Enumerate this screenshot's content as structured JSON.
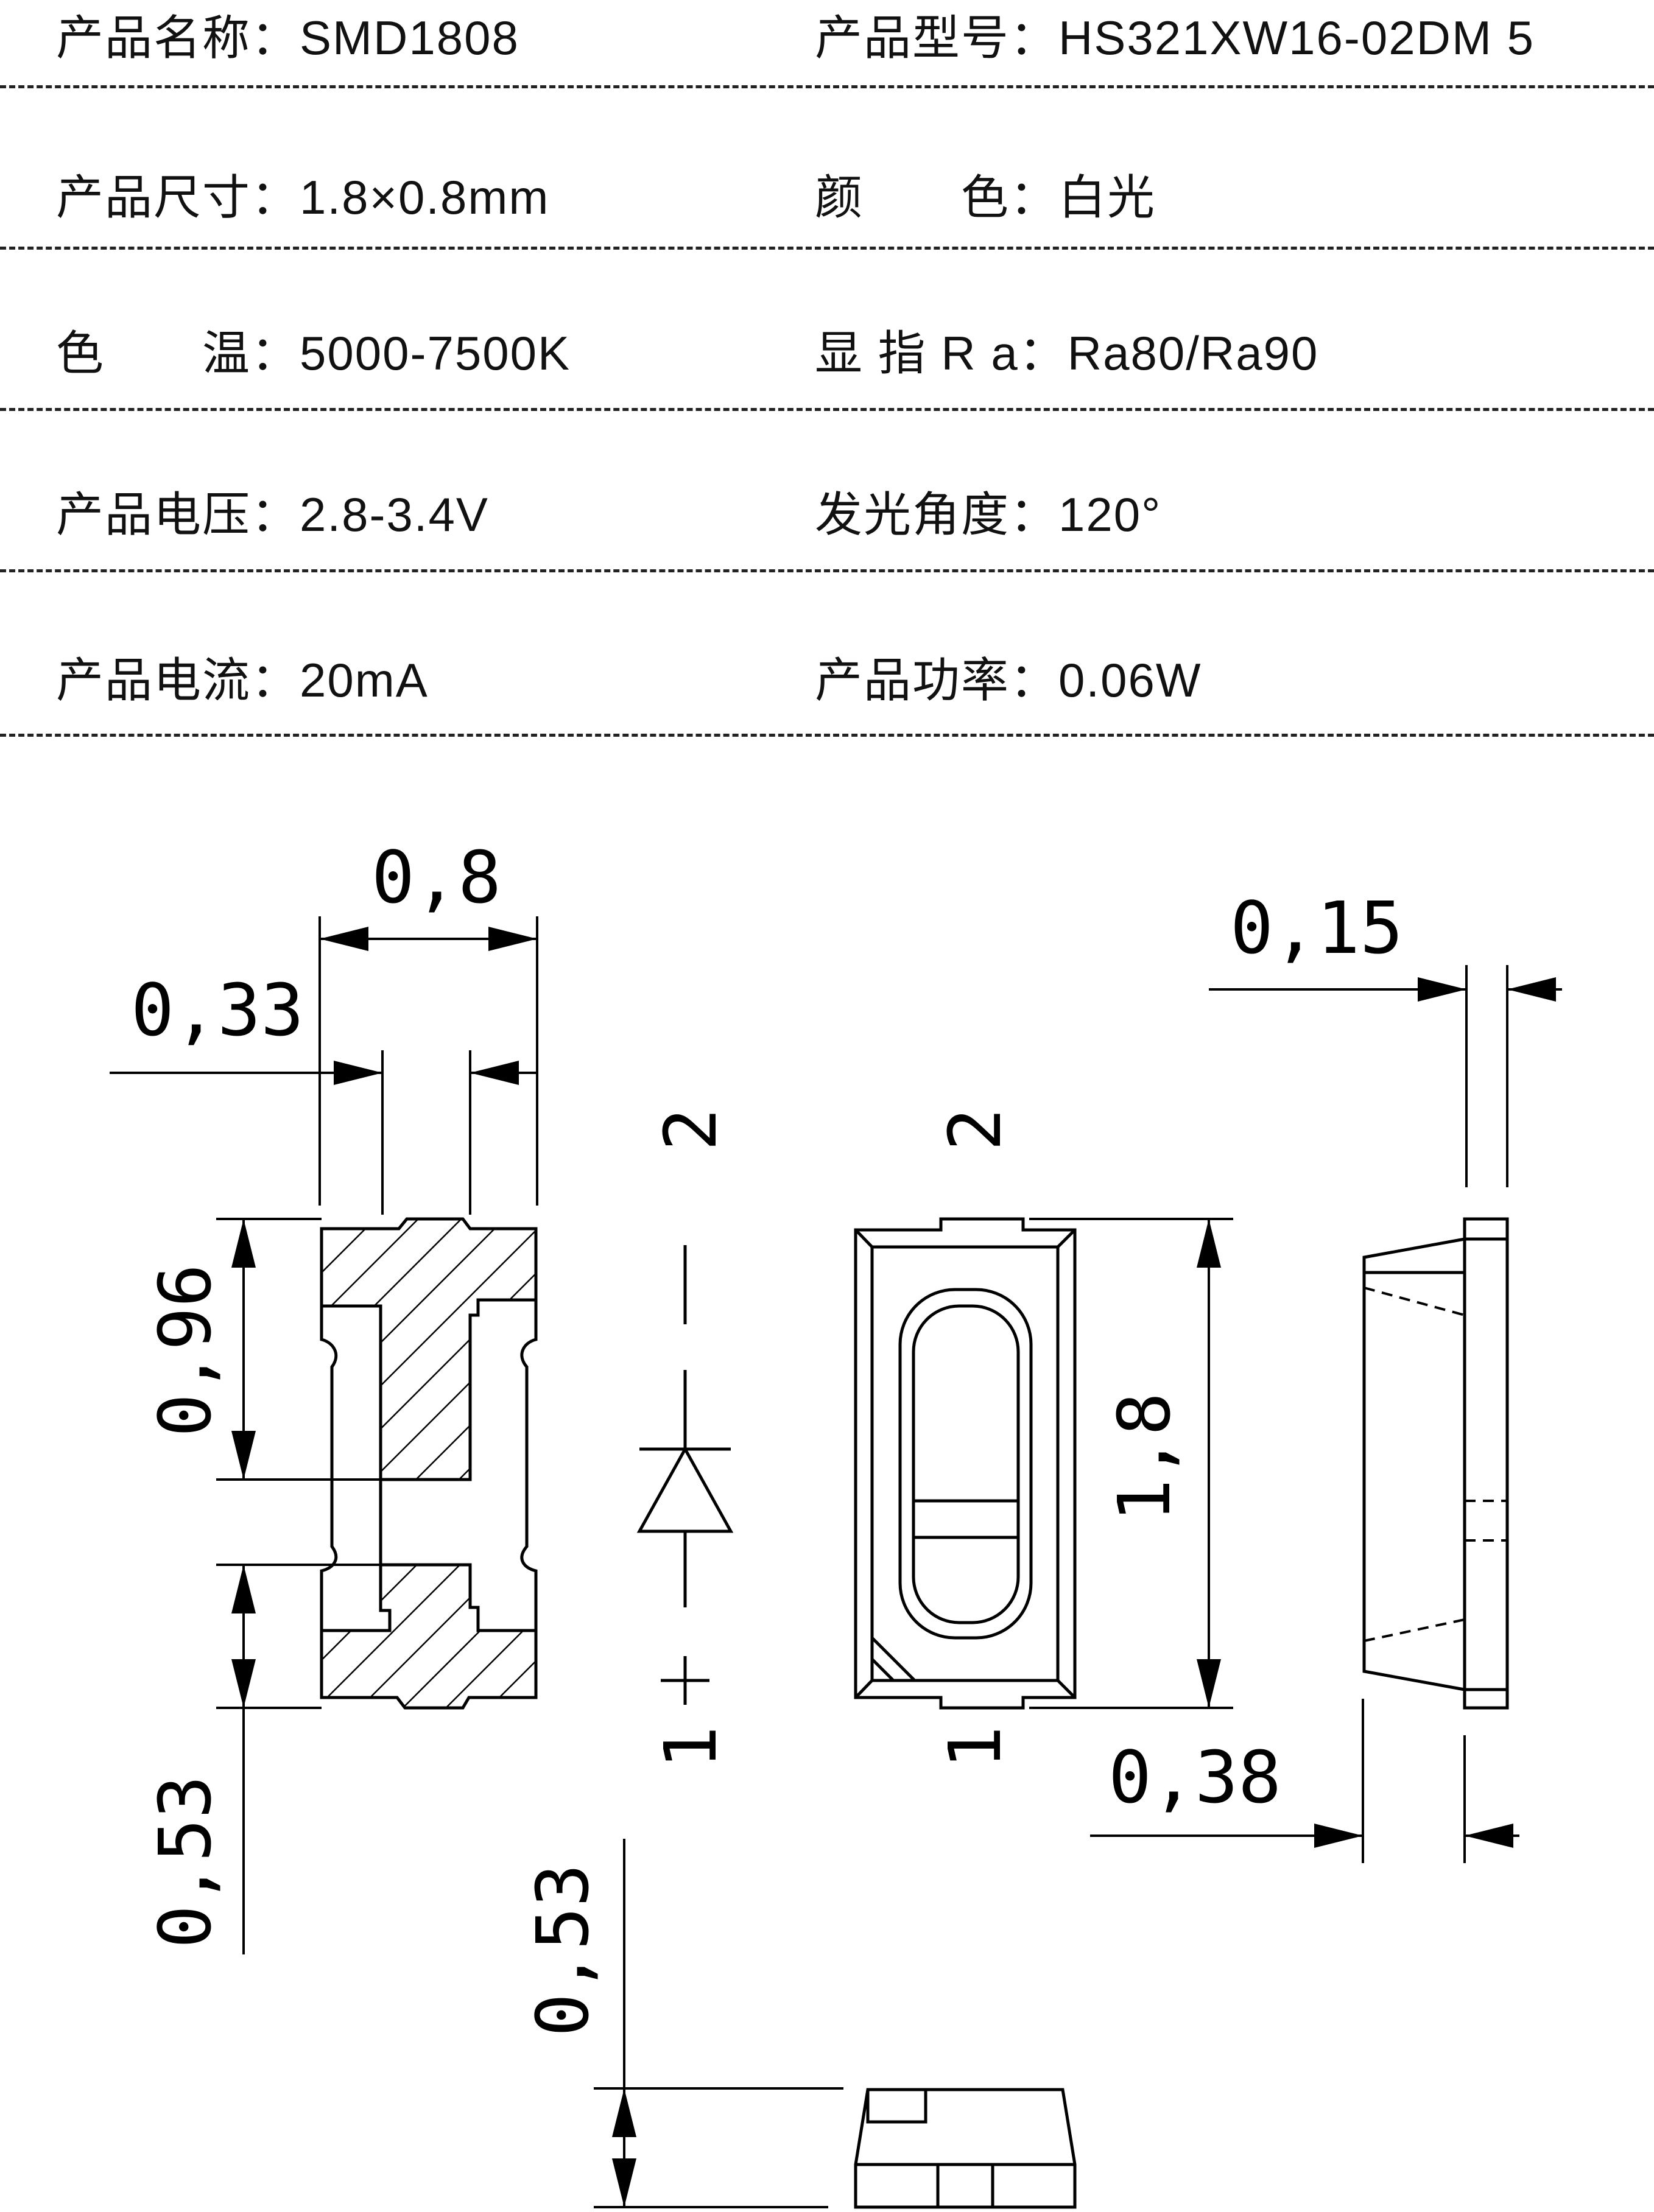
{
  "specs": [
    {
      "left": {
        "label": "产品名称：",
        "value": "SMD1808"
      },
      "right": {
        "label": "产品型号：",
        "value": "HS321XW16-02DM 5"
      }
    },
    {
      "left": {
        "label": "产品尺寸：",
        "value": "1.8×0.8mm"
      },
      "right": {
        "label": "颜　　色：",
        "value": "白光"
      }
    },
    {
      "left": {
        "label": "色　　温：",
        "value": "5000-7500K"
      },
      "right": {
        "label": "显 指 R a：",
        "value": "Ra80/Ra90"
      }
    },
    {
      "left": {
        "label": "产品电压：",
        "value": "2.8-3.4V"
      },
      "right": {
        "label": "发光角度：",
        "value": "120°"
      }
    },
    {
      "left": {
        "label": "产品电流：",
        "value": "20mA"
      },
      "right": {
        "label": "产品功率：",
        "value": "0.06W"
      }
    }
  ],
  "dimensions": {
    "width_top": "0,8",
    "pad_width": "0,33",
    "pad_height": "0,96",
    "lower_height": "0,53",
    "length": "1,8",
    "side_thickness": "0,15",
    "side_depth": "0,38",
    "bottom_height": "0,53"
  },
  "pins": {
    "anode": "2",
    "cathode": "1"
  }
}
